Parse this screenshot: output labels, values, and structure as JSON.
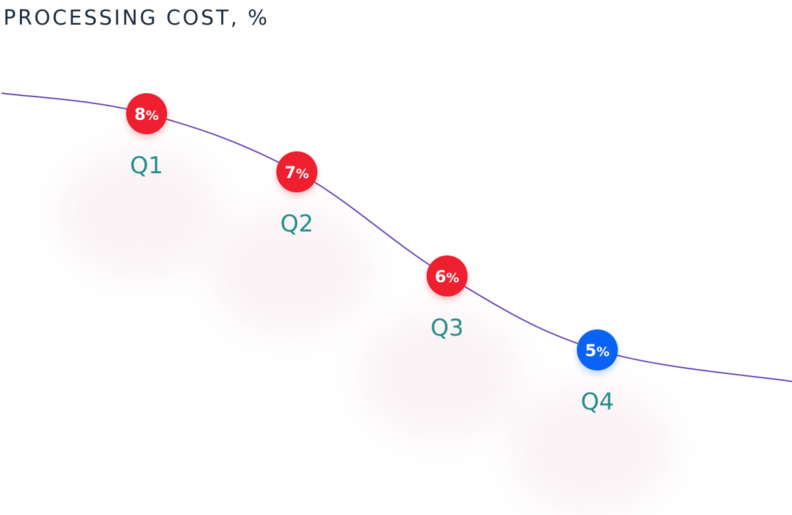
{
  "chart_data": {
    "type": "line",
    "title": "PROCESSING COST, %",
    "categories": [
      "Q1",
      "Q2",
      "Q3",
      "Q4"
    ],
    "series": [
      {
        "values": [
          8,
          7,
          6,
          5
        ]
      }
    ],
    "value_unit": "%",
    "grid": false,
    "smooth": true
  },
  "colors": {
    "title": "#1b2b3c",
    "line": "#6a46b3",
    "point_default": "#ee1f2e",
    "point_highlight": "#0b63f3",
    "category_label": "#228d8a",
    "glow": "#f6e9ec"
  }
}
